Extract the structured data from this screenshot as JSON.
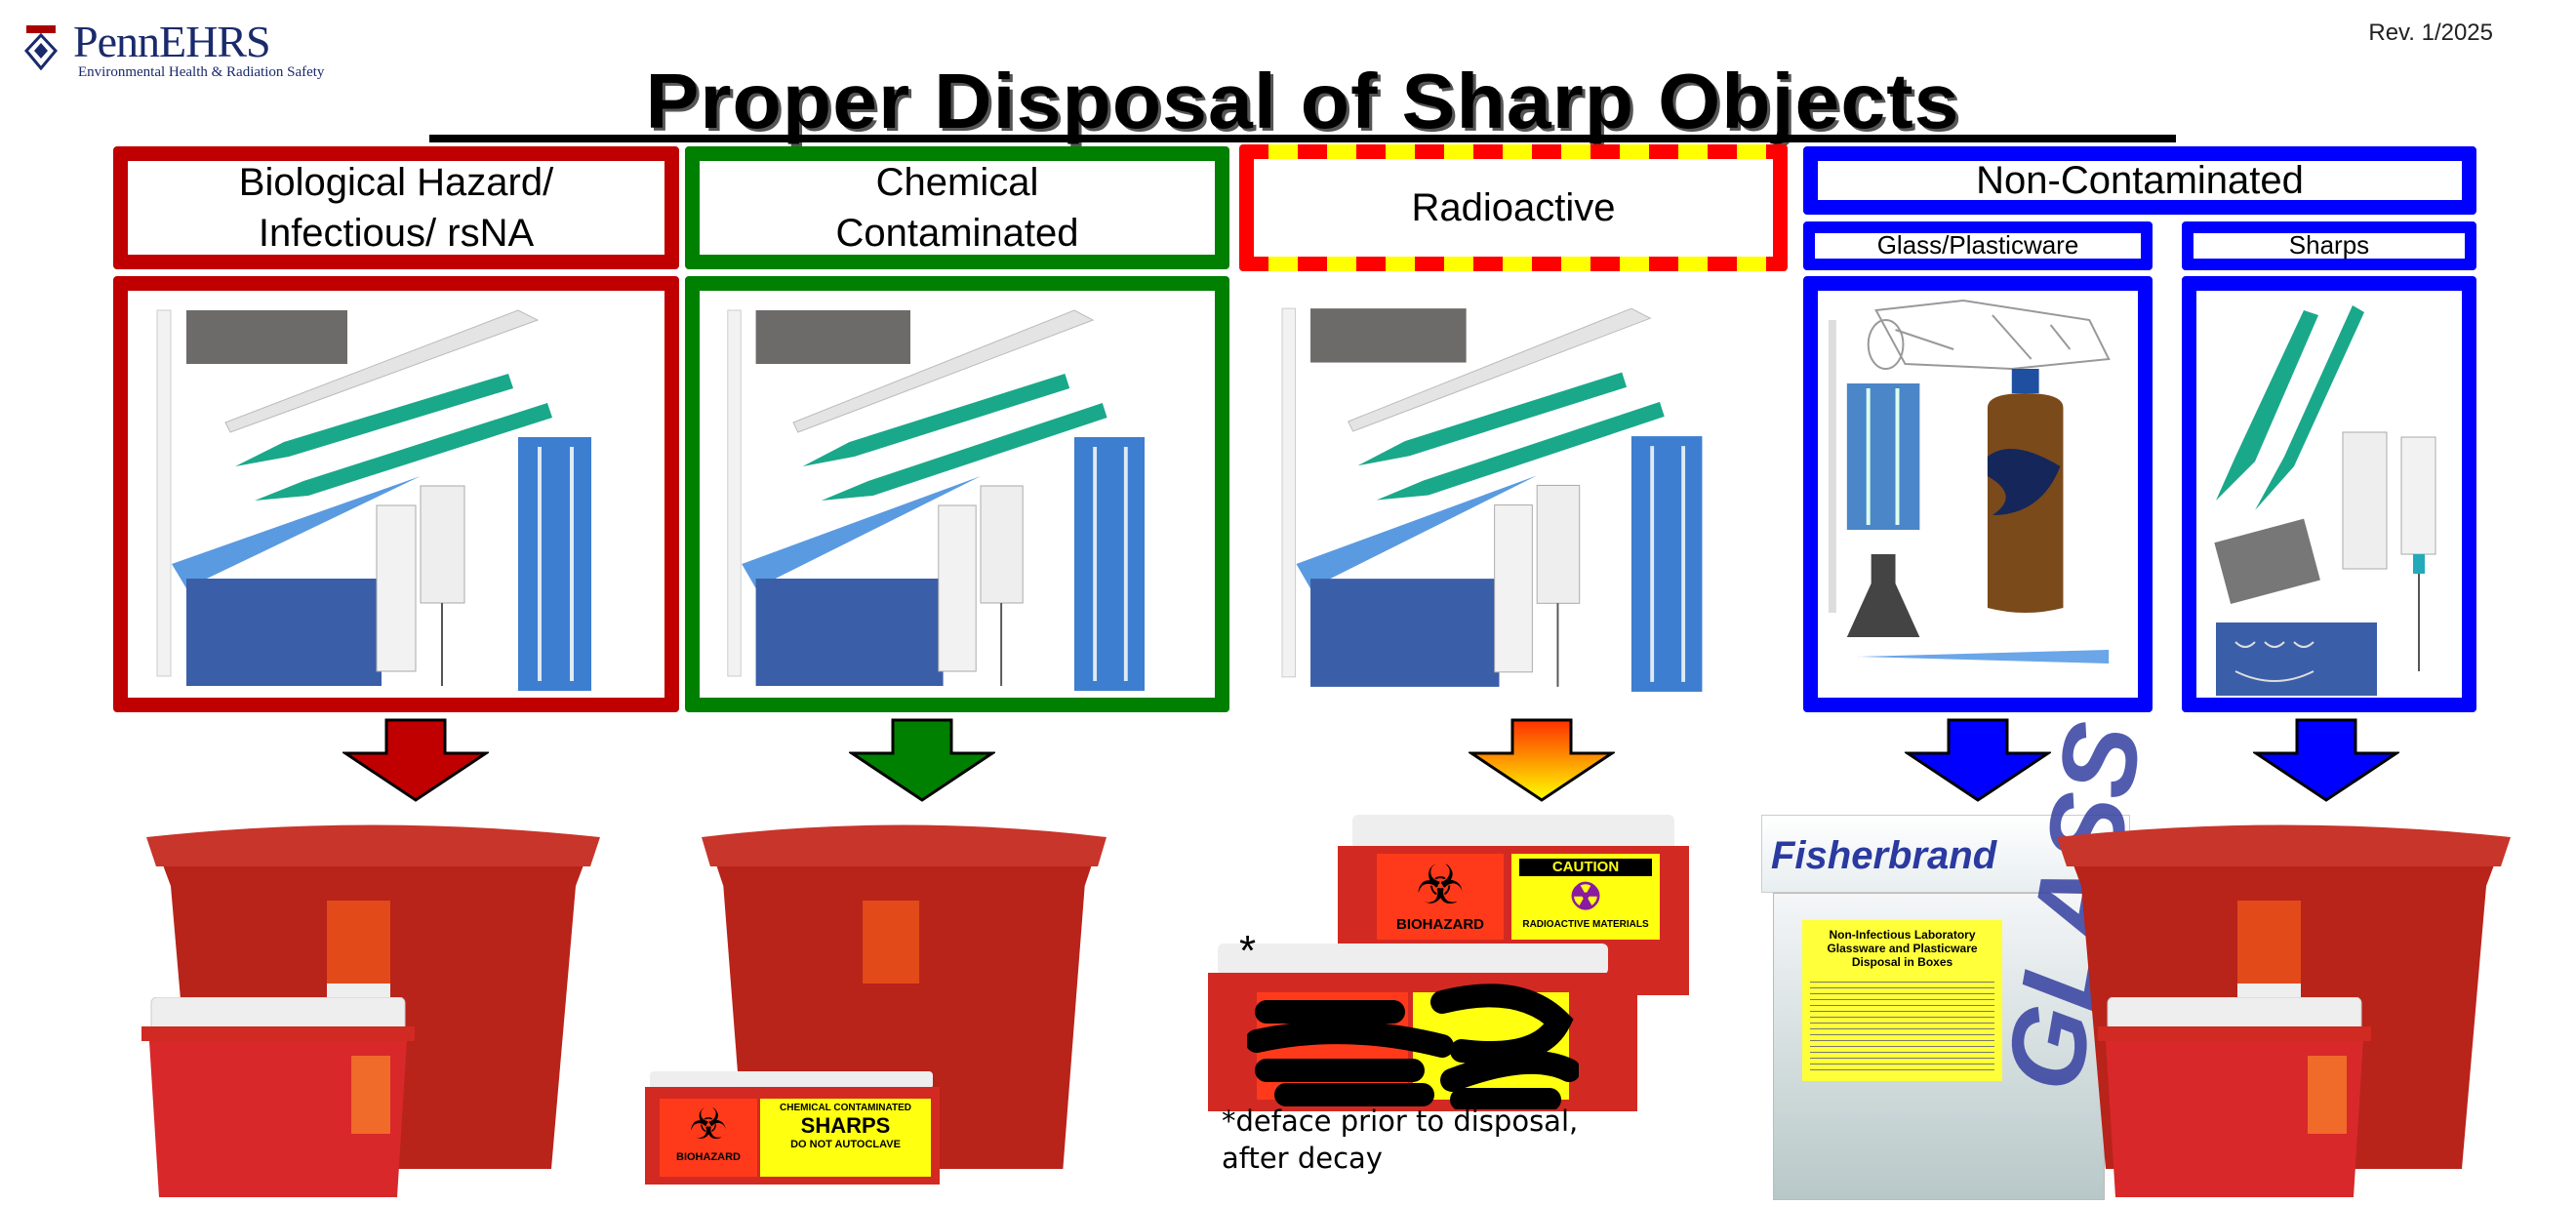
{
  "header": {
    "logo_text": "PennEHRS",
    "logo_subtitle": "Environmental Health & Radiation Safety",
    "revision": "Rev. 1/2025",
    "title": "Proper Disposal of Sharp Objects"
  },
  "categories": [
    {
      "label_line1": "Biological Hazard/",
      "label_line2": "Infectious/ rsNA",
      "color": "#c00000"
    },
    {
      "label_line1": "Chemical",
      "label_line2": "Contaminated",
      "color": "#008000"
    },
    {
      "label_line1": "Radioactive",
      "label_line2": "",
      "color": "#ff0000",
      "accent": "#ffff00"
    },
    {
      "label_line1": "Non-Contaminated",
      "label_line2": "",
      "color": "#0000ff"
    }
  ],
  "subcategories": [
    {
      "label": "Glass/Plasticware"
    },
    {
      "label": "Sharps"
    }
  ],
  "containers": {
    "chem_label": {
      "title": "CHEMICAL CONTAMINATED",
      "main": "SHARPS",
      "sub": "DO NOT AUTOCLAVE",
      "biohazard": "BIOHAZARD"
    },
    "radio_label": {
      "caution": "CAUTION",
      "biohazard": "BIOHAZARD",
      "radioactive": "RADIOACTIVE MATERIALS"
    },
    "fisher": {
      "brand": "Fisherbrand",
      "label_title": "Non-Infectious Laboratory Glassware and Plasticware Disposal in Boxes",
      "box_text": "GLASS"
    },
    "radio_asterisk": "*",
    "radio_note_line1": "*deface prior to disposal,",
    "radio_note_line2": "after decay"
  }
}
